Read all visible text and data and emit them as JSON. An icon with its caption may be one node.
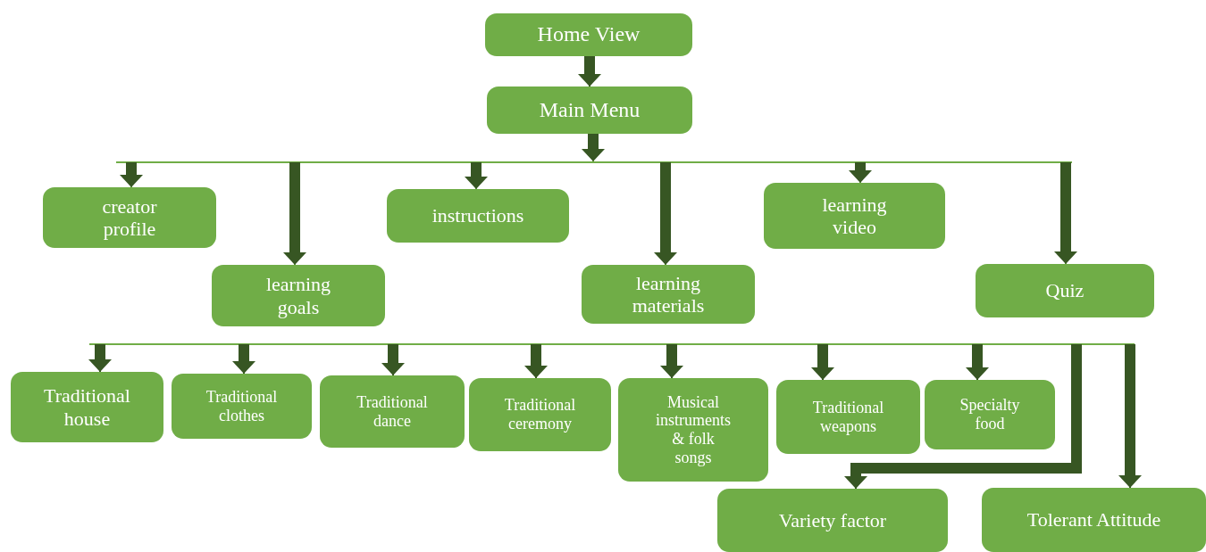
{
  "diagram": {
    "nodes": [
      {
        "text": [
          "Home View"
        ]
      },
      {
        "text": [
          "Main Menu"
        ]
      },
      {
        "text": [
          "creator profile"
        ]
      },
      {
        "text": [
          "learning goals"
        ]
      },
      {
        "text": [
          "instructions"
        ]
      },
      {
        "text": [
          "learning materials"
        ]
      },
      {
        "text": [
          "learning video"
        ]
      },
      {
        "text": [
          "Quiz"
        ]
      },
      {
        "text": [
          "Traditional house"
        ]
      },
      {
        "text": [
          "Traditional clothes"
        ]
      },
      {
        "text": [
          "Traditional dance"
        ]
      },
      {
        "text": [
          "Traditional ceremony"
        ]
      },
      {
        "text": [
          "Musical instruments & folk songs"
        ]
      },
      {
        "text": [
          "Traditional weapons"
        ]
      },
      {
        "text": [
          "Specialty food"
        ]
      },
      {
        "text": [
          "Variety factor"
        ]
      },
      {
        "text": [
          "Tolerant Attitude"
        ]
      }
    ],
    "edges": [
      {
        "from": 0,
        "to": 1,
        "arrow": "to"
      },
      {
        "from": 1,
        "to": 2,
        "arrow": "to"
      },
      {
        "from": 1,
        "to": 3,
        "arrow": "to"
      },
      {
        "from": 1,
        "to": 4,
        "arrow": "to"
      },
      {
        "from": 1,
        "to": 5,
        "arrow": "to"
      },
      {
        "from": 1,
        "to": 6,
        "arrow": "to"
      },
      {
        "from": 1,
        "to": 7,
        "arrow": "to"
      },
      {
        "from": null,
        "to": 8,
        "arrow": "to"
      },
      {
        "from": null,
        "to": 9,
        "arrow": "to"
      },
      {
        "from": null,
        "to": 10,
        "arrow": "to"
      },
      {
        "from": null,
        "to": 11,
        "arrow": "to"
      },
      {
        "from": null,
        "to": 12,
        "arrow": "to"
      },
      {
        "from": null,
        "to": 13,
        "arrow": "to"
      },
      {
        "from": null,
        "to": 14,
        "arrow": "to"
      },
      {
        "from": null,
        "to": 15,
        "arrow": "to"
      },
      {
        "from": null,
        "to": 16,
        "arrow": "to"
      }
    ]
  }
}
